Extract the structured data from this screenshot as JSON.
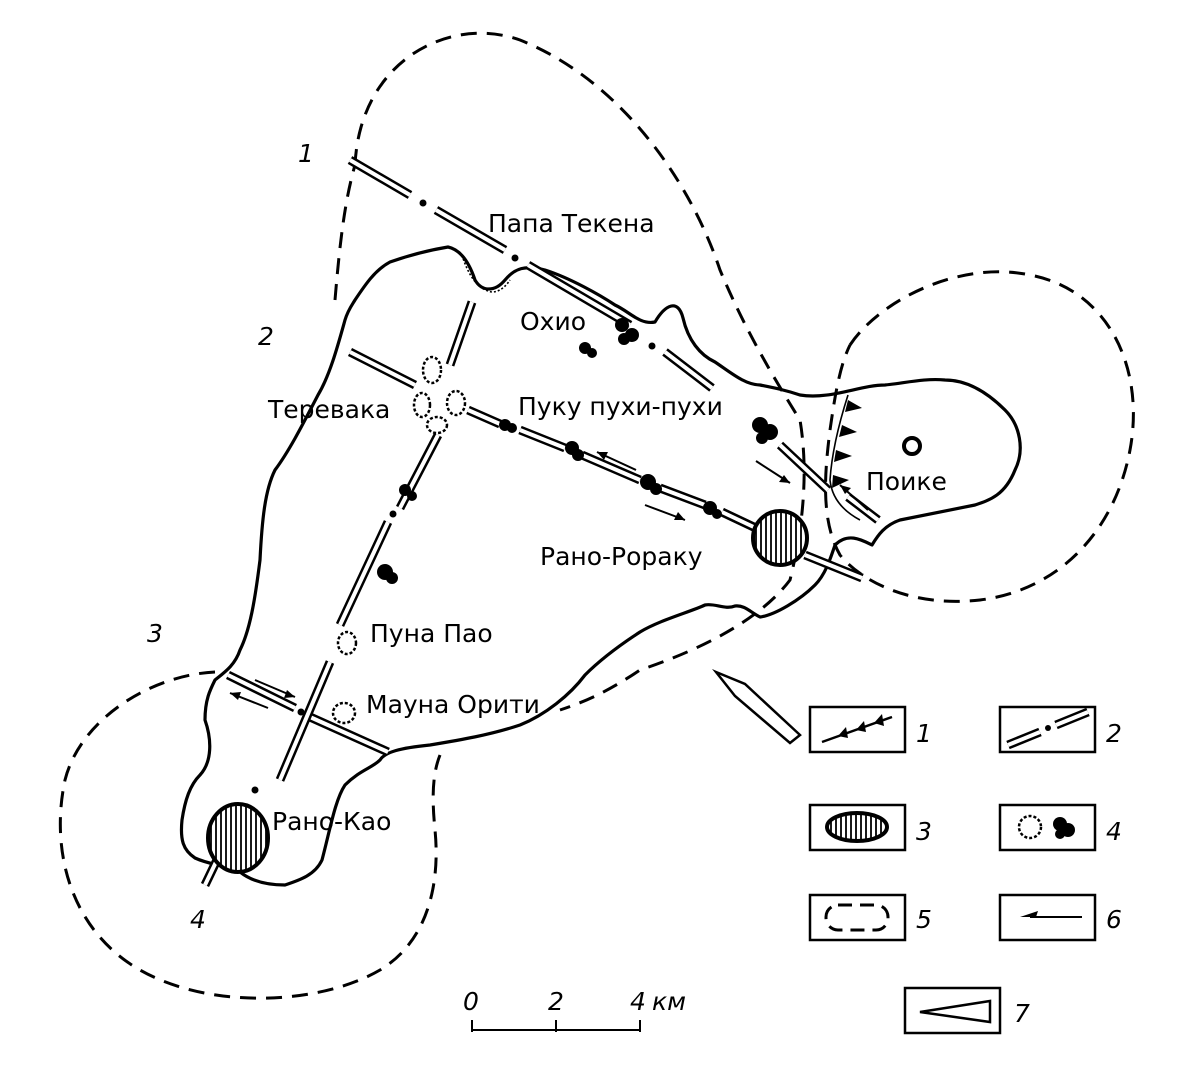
{
  "map": {
    "place_labels": {
      "papa_tekena": "Папа Текена",
      "ohio": "Охио",
      "terevaka": "Теревака",
      "puku_puhi": "Пуку пухи-пухи",
      "poike": "Поике",
      "rano_roraku": "Рано-Рораку",
      "puna_pao": "Пуна Пао",
      "mauna_oriti": "Мауна Орити",
      "rano_kao": "Рано-Као"
    },
    "rift_numbers": {
      "r1": "1",
      "r2": "2",
      "r3": "3",
      "r4": "4"
    }
  },
  "legend": {
    "items": [
      {
        "key": "1",
        "symbol": "scarp-line"
      },
      {
        "key": "2",
        "symbol": "rift-zone-line"
      },
      {
        "key": "3",
        "symbol": "hatched-caldera"
      },
      {
        "key": "4",
        "symbol": "cinder-cones"
      },
      {
        "key": "5",
        "symbol": "dashed-outline"
      },
      {
        "key": "6",
        "symbol": "shift-arrow"
      },
      {
        "key": "7",
        "symbol": "compression-arrow"
      }
    ]
  },
  "scale_bar": {
    "ticks": [
      "0",
      "2",
      "4"
    ],
    "unit": "км"
  }
}
